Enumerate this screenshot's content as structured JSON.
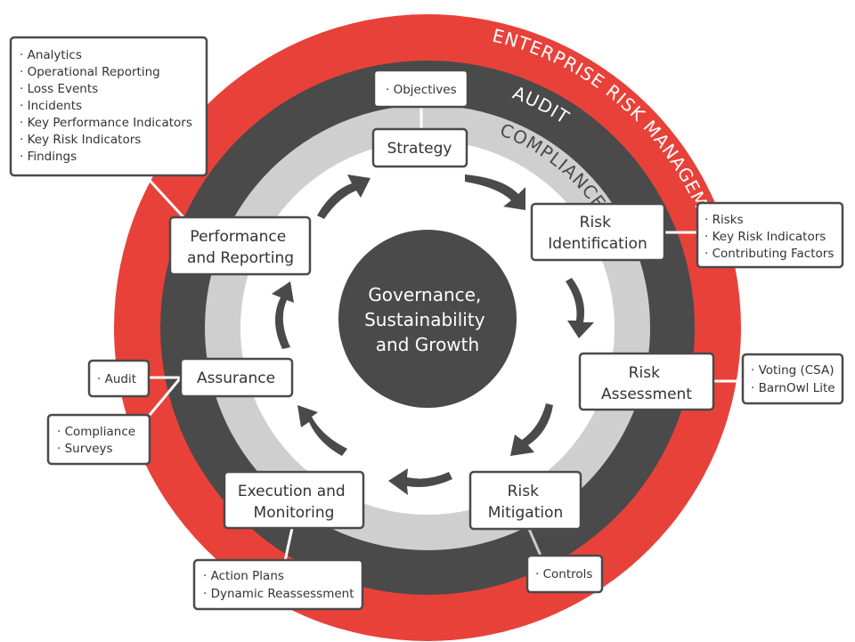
{
  "colors": {
    "erm_ring": "#e8413a",
    "audit_ring": "#4a4a4a",
    "compliance_ring": "#cfcfcf",
    "center": "#4a4a4a"
  },
  "rings": {
    "erm": "ENTERPRISE RISK MANAGEMENT",
    "audit": "AUDIT",
    "compliance": "COMPLIANCE"
  },
  "center": {
    "lines": [
      "Governance,",
      "Sustainability",
      "and Growth"
    ]
  },
  "stages": [
    {
      "id": "strategy",
      "lines": [
        "Strategy"
      ]
    },
    {
      "id": "risk-identification",
      "lines": [
        "Risk",
        "Identification"
      ]
    },
    {
      "id": "risk-assessment",
      "lines": [
        "Risk",
        "Assessment"
      ]
    },
    {
      "id": "risk-mitigation",
      "lines": [
        "Risk",
        "Mitigation"
      ]
    },
    {
      "id": "execution-monitoring",
      "lines": [
        "Execution and",
        "Monitoring"
      ]
    },
    {
      "id": "assurance",
      "lines": [
        "Assurance"
      ]
    },
    {
      "id": "performance-reporting",
      "lines": [
        "Performance",
        "and Reporting"
      ]
    }
  ],
  "notes": {
    "objectives": [
      "· Objectives"
    ],
    "performance": [
      "· Analytics",
      "· Operational Reporting",
      "· Loss Events",
      "· Incidents",
      "· Key Performance Indicators",
      "· Key Risk Indicators",
      "· Findings"
    ],
    "identification": [
      "· Risks",
      "· Key Risk Indicators",
      "· Contributing Factors"
    ],
    "assessment": [
      "· Voting (CSA)",
      "· BarnOwl Lite"
    ],
    "mitigation": [
      "· Controls"
    ],
    "execution": [
      "· Action Plans",
      "· Dynamic Reassessment"
    ],
    "audit": [
      "· Audit"
    ],
    "compliance": [
      "· Compliance",
      "· Surveys"
    ]
  }
}
